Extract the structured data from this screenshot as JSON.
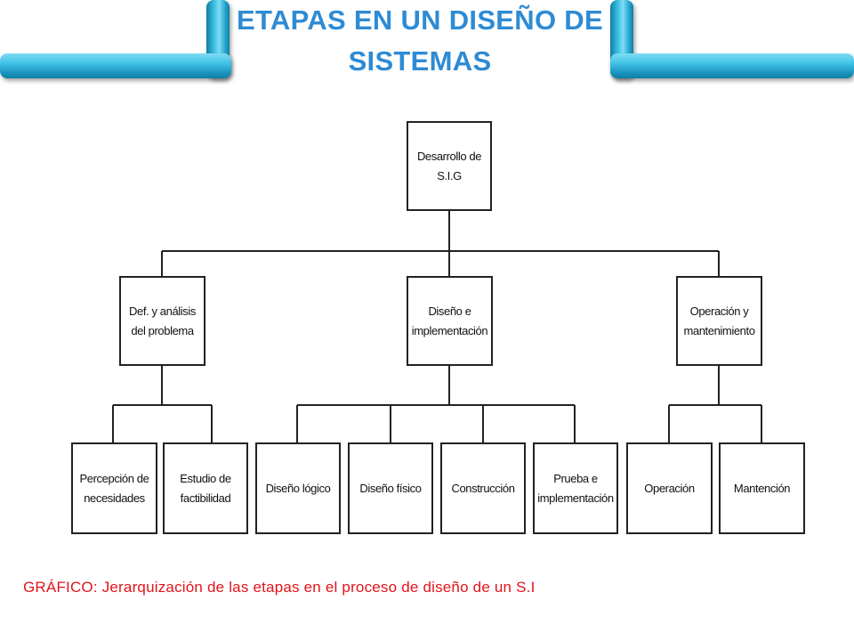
{
  "title": {
    "line1": "ETAPAS EN UN DISEÑO DE",
    "line2": "SISTEMAS"
  },
  "diagram": {
    "root": "Desarrollo de\nS.I.G",
    "level1": [
      "Def. y análisis\ndel  problema",
      "Diseño e\nimplementación",
      "Operación y\nmantenimiento"
    ],
    "level2": [
      "Percepción de\nnecesidades",
      "Estudio de\nfactibilidad",
      "Diseño lógico",
      "Diseño físico",
      "Construcción",
      "Prueba e\nimplementación",
      "Operación",
      "Mantención"
    ]
  },
  "caption": "GRÁFICO: Jerarquización de las etapas en el proceso de diseño de un S.I",
  "colors": {
    "title": "#2e8bd4",
    "frame": "#3fc2e6",
    "caption": "#e0141b"
  }
}
